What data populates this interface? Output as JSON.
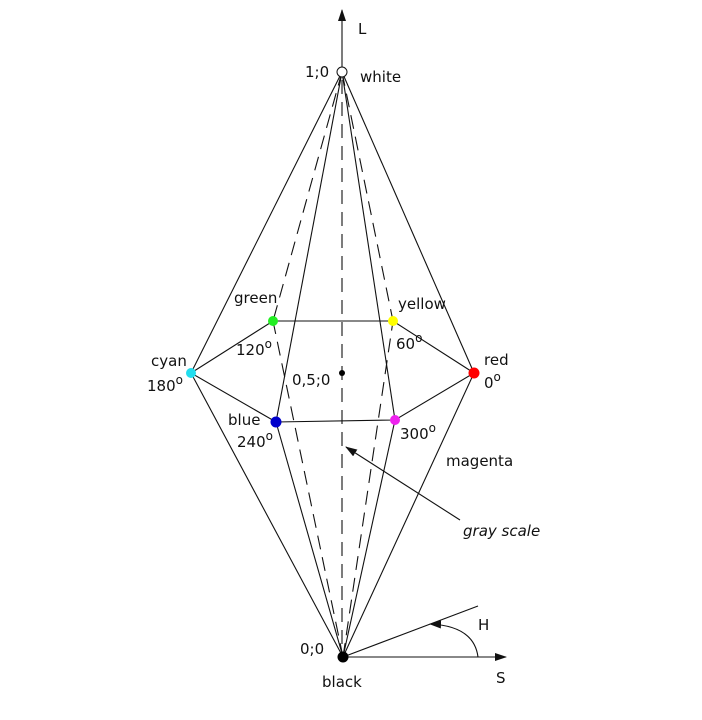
{
  "axes": {
    "L": "L",
    "S": "S",
    "H": "H"
  },
  "points": {
    "white": {
      "label": "white",
      "coord": "1;0",
      "color": "#ffffff"
    },
    "black": {
      "label": "black",
      "coord": "0;0",
      "color": "#000000"
    },
    "center": {
      "coord": "0,5;0"
    },
    "red": {
      "label": "red",
      "deg": "0",
      "color": "#ff0000"
    },
    "yellow": {
      "label": "yellow",
      "deg": "60",
      "color": "#ffff00"
    },
    "green": {
      "label": "green",
      "deg": "120",
      "color": "#22ee22"
    },
    "cyan": {
      "label": "cyan",
      "deg": "180",
      "color": "#22ddee"
    },
    "blue": {
      "label": "blue",
      "deg": "240",
      "color": "#0000cc"
    },
    "magenta": {
      "label": "magenta",
      "deg": "300",
      "color": "#ee22ee"
    }
  },
  "degree_symbol": "o",
  "annotation": "gray scale"
}
